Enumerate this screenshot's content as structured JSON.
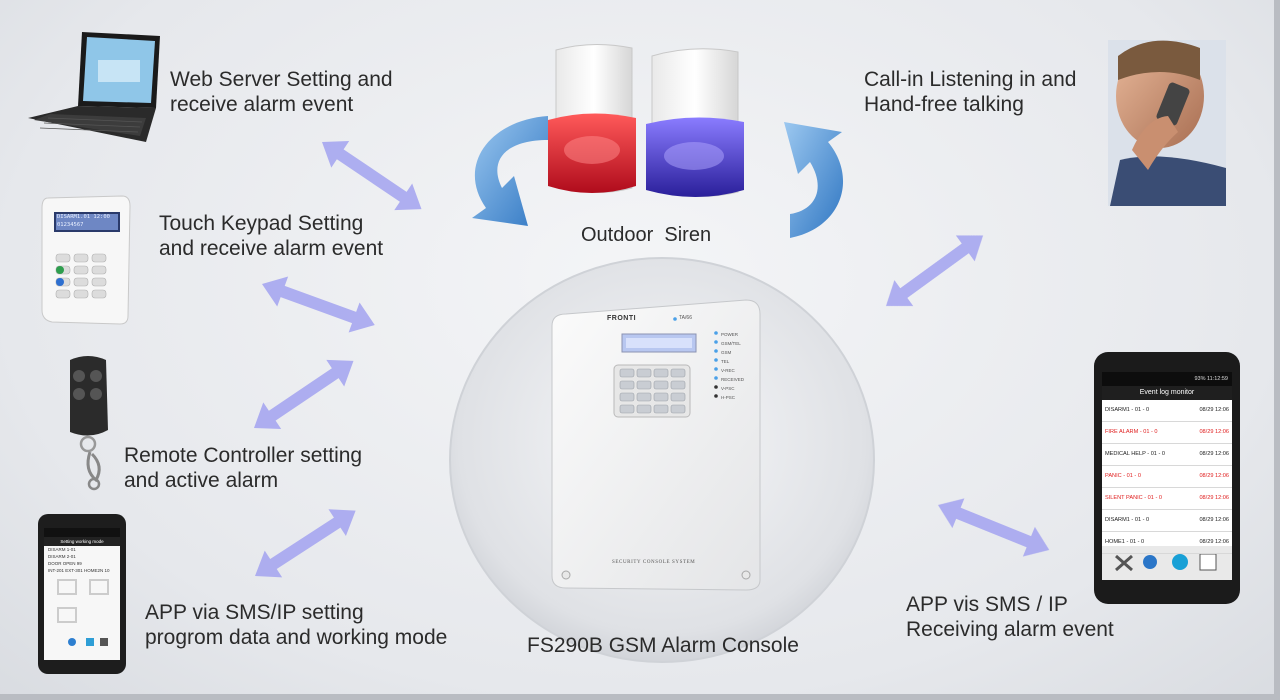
{
  "diagram": {
    "center_label": "FS290B GSM Alarm Console",
    "siren_label": "Outdoor  Siren",
    "console_brand": "FRONTI",
    "console_model": "TA/66",
    "console_footer": "SECURITY CONSOLE SYSTEM",
    "console_leds": [
      "POWER",
      "GSM/TEL",
      "GSM",
      "TEL",
      "V-REC",
      "RECEIVED",
      "V-PSC",
      "H-PSC"
    ],
    "nodes": {
      "web_server": {
        "line1": "Web Server Setting and",
        "line2": "receive alarm event"
      },
      "keypad": {
        "line1": "Touch Keypad Setting",
        "line2": "and receive alarm event"
      },
      "remote": {
        "line1": "Remote Controller setting",
        "line2": "and active alarm"
      },
      "app_setting": {
        "line1": "APP via SMS/IP setting",
        "line2": "progrom data and working mode"
      },
      "call_in": {
        "line1": "Call-in Listening in and",
        "line2": "Hand-free talking"
      },
      "app_receive": {
        "line1": "APP vis SMS / IP",
        "line2": "Receiving alarm event"
      }
    },
    "left_phone": {
      "title": "Setting working mode",
      "lines": [
        "DISARM 1-01",
        "DISARM 2-01",
        "DOOR OPEN 99",
        "INT-201   EXT-301   HOME2N 10"
      ]
    },
    "right_phone": {
      "status": "93%  11:12:59",
      "title": "Event log monitor",
      "events": [
        {
          "name": "DISARM1 - 01 - 0",
          "time": "08/29 12:06",
          "alarm": false
        },
        {
          "name": "FIRE ALARM - 01 - 0",
          "time": "08/29 12:06",
          "alarm": true
        },
        {
          "name": "MEDICAL HELP - 01 - 0",
          "time": "08/29 12:06",
          "alarm": false
        },
        {
          "name": "PANIC - 01 - 0",
          "time": "08/29 12:06",
          "alarm": true
        },
        {
          "name": "SILENT PANIC - 01 - 0",
          "time": "08/29 12:06",
          "alarm": true
        },
        {
          "name": "DISARM1 - 01 - 0",
          "time": "08/29 12:06",
          "alarm": false
        },
        {
          "name": "HOME1 - 01 - 0",
          "time": "08/29 12:06",
          "alarm": false
        }
      ]
    },
    "keypad_display": {
      "line1": "DISARM1.01 12:00",
      "line2": "01234567"
    },
    "colors": {
      "arrow": "#a9a9f2",
      "siren_arrow": "#4a8ed6",
      "alarm_text": "#e02020",
      "brand_blue": "#1a73c8"
    }
  }
}
